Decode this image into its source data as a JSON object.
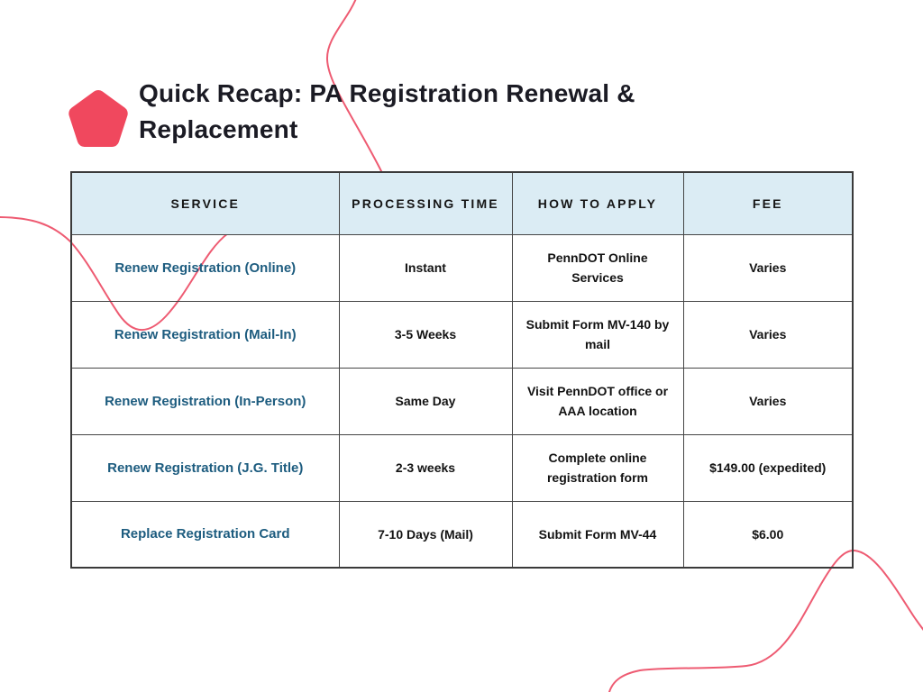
{
  "title": "Quick Recap: PA Registration Renewal & Replacement",
  "colors": {
    "pentagon": "#f0485e",
    "squiggle_line": "#ee5b72",
    "header_bg": "#dbecf4",
    "service_link": "#1d5c7f",
    "title_text": "#1b1b24",
    "body_text": "#121212",
    "table_border": "#454545"
  },
  "table": {
    "columns": [
      "SERVICE",
      "PROCESSING TIME",
      "HOW TO APPLY",
      "FEE"
    ],
    "rows": [
      {
        "service": "Renew Registration (Online)",
        "processing_time": "Instant",
        "how_to_apply": "PennDOT Online\nServices",
        "fee": "Varies"
      },
      {
        "service": "Renew Registration (Mail-In)",
        "processing_time": "3-5 Weeks",
        "how_to_apply": "Submit Form MV-140 by\nmail",
        "fee": "Varies"
      },
      {
        "service": "Renew Registration (In-Person)",
        "processing_time": "Same Day",
        "how_to_apply": "Visit PennDOT office or\nAAA location",
        "fee": "Varies"
      },
      {
        "service": "Renew Registration (J.G. Title)",
        "processing_time": "2-3 weeks",
        "how_to_apply": "Complete online\nregistration form",
        "fee": "$149.00 (expedited)"
      },
      {
        "service": "Replace Registration Card",
        "processing_time": "7-10 Days (Mail)",
        "how_to_apply": "Submit Form MV-44",
        "fee": "$6.00"
      }
    ]
  }
}
